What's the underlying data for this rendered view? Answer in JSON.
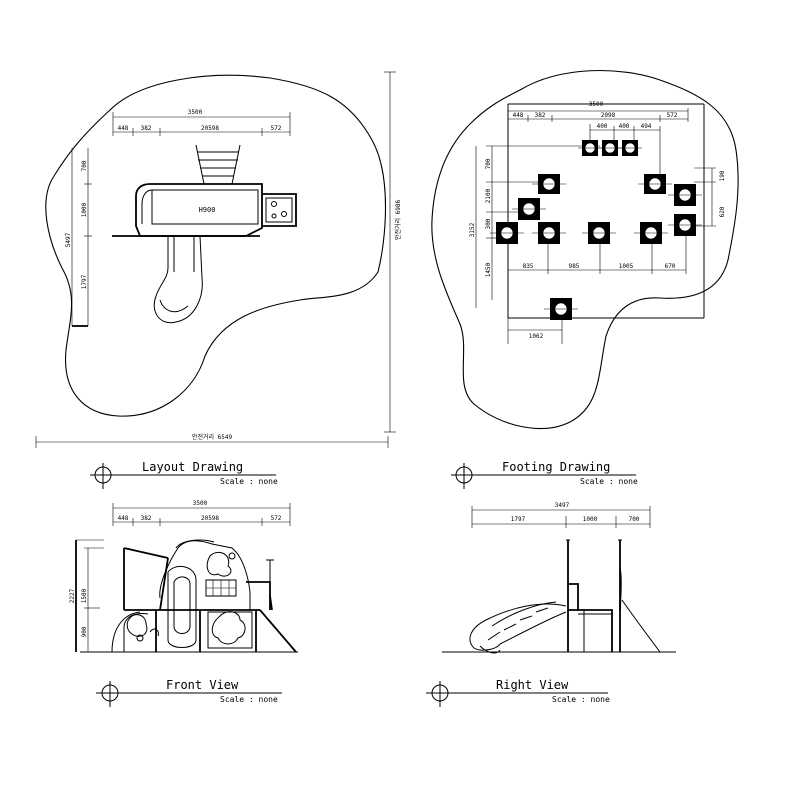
{
  "layout": {
    "title": "Layout Drawing",
    "scale": "Scale : none",
    "dims_top": {
      "total": "3500",
      "parts": [
        "448",
        "382",
        "20598",
        "572"
      ]
    },
    "dims_left": [
      "700",
      "1000",
      "5497",
      "1797"
    ],
    "slide_label": "H900",
    "bottom_dim": "안전거리 6549",
    "right_dim": "안전거리 6986"
  },
  "footing": {
    "title": "Footing Drawing",
    "scale": "Scale : none",
    "dims_top": {
      "total": "3500",
      "parts": [
        "448",
        "382",
        "2098",
        "572"
      ],
      "sub": [
        "400",
        "400",
        "494"
      ]
    },
    "dims_left": [
      "700",
      "2100",
      "300",
      "3152",
      "1450"
    ],
    "dims_row": [
      "835",
      "985",
      "1005",
      "670"
    ],
    "dims_right": [
      "190",
      "620"
    ],
    "dim_bottom": "1062"
  },
  "front": {
    "title": "Front View",
    "scale": "Scale : none",
    "dims_top": {
      "total": "3500",
      "parts": [
        "448",
        "382",
        "20598",
        "572"
      ]
    },
    "dims_left": [
      "2227",
      "1500",
      "900"
    ]
  },
  "right": {
    "title": "Right View",
    "scale": "Scale : none",
    "dims_top": {
      "total": "3497",
      "parts": [
        "1797",
        "1000",
        "700"
      ]
    }
  }
}
